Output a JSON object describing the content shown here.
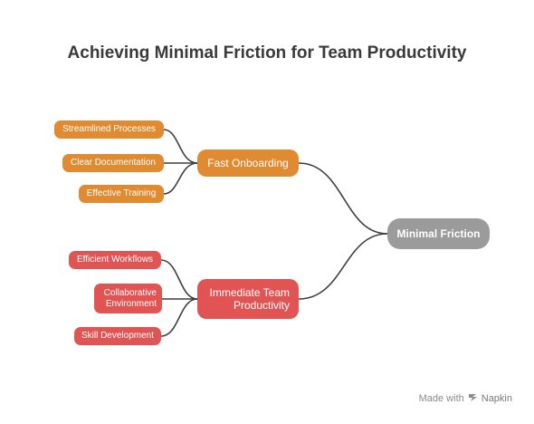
{
  "title": "Achieving Minimal Friction for Team Productivity",
  "root": {
    "label": "Minimal Friction"
  },
  "branches": [
    {
      "label": "Fast Onboarding",
      "color": "#e08a32",
      "children": [
        "Streamlined Processes",
        "Clear Documentation",
        "Effective Training"
      ]
    },
    {
      "label": "Immediate Team Productivity",
      "color": "#e05454",
      "children": [
        "Efficient Workflows",
        "Collaborative Environment",
        "Skill Development"
      ]
    }
  ],
  "footer": {
    "prefix": "Made with",
    "brand": "Napkin",
    "icon": "napkin-logo-icon"
  }
}
